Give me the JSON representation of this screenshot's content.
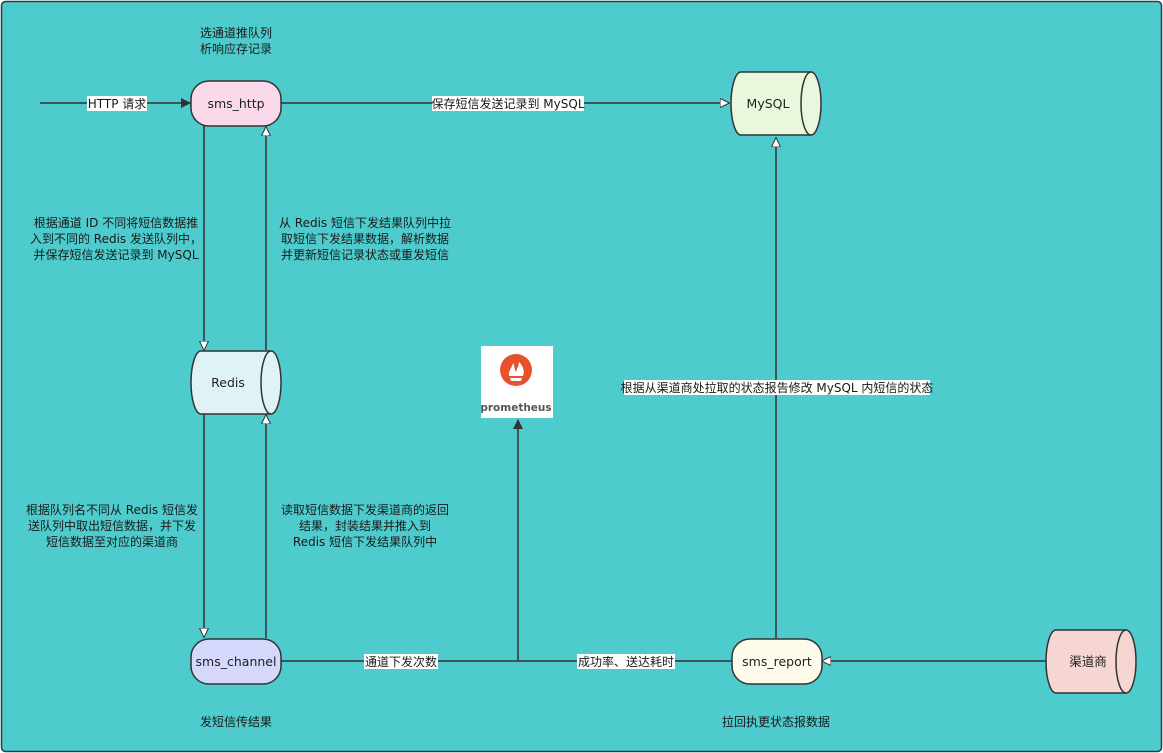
{
  "colors": {
    "background": "#4ecbcd",
    "border": "#2f3b3d",
    "line": "#333333",
    "http_fill": "#f9d9ea",
    "redis_fill": "#dff3f6",
    "channel_fill": "#d5d8fb",
    "report_fill": "#fdfbea",
    "mysql_fill": "#e9f7dc",
    "vendor_fill": "#f6d6d2",
    "prometheus_orange": "#e6522c"
  },
  "nodes": {
    "sms_http": "sms_http",
    "redis": "Redis",
    "sms_channel": "sms_channel",
    "sms_report": "sms_report",
    "mysql": "MySQL",
    "vendor": "渠道商"
  },
  "prometheus": {
    "label": "prometheus",
    "icon": "prometheus-logo-icon"
  },
  "notes": {
    "http_top": [
      "选通道推队列",
      "析响应存记录"
    ],
    "channel_bottom": "发短信传结果",
    "report_bottom": "拉回执更状态报数据"
  },
  "edges": {
    "http_request": "HTTP 请求",
    "http_to_mysql": "保存短信发送记录到 MySQL",
    "http_to_redis": [
      "根据通道 ID 不同将短信数据推",
      "入到不同的 Redis 发送队列中，",
      "并保存短信发送记录到 MySQL"
    ],
    "redis_to_http": [
      "从 Redis 短信下发结果队列中拉",
      "取短信下发结果数据，解析数据",
      "并更新短信记录状态或重发短信"
    ],
    "redis_to_channel": [
      "根据队列名不同从 Redis 短信发",
      "送队列中取出短信数据，并下发",
      "短信数据至对应的渠道商"
    ],
    "channel_to_redis": [
      "读取短信数据下发渠道商的返回",
      "结果，封装结果并推入到",
      "Redis 短信下发结果队列中"
    ],
    "channel_metric": "通道下发次数",
    "report_metric": "成功率、送达耗时",
    "report_to_mysql": "根据从渠道商处拉取的状态报告修改 MySQL 内短信的状态"
  }
}
